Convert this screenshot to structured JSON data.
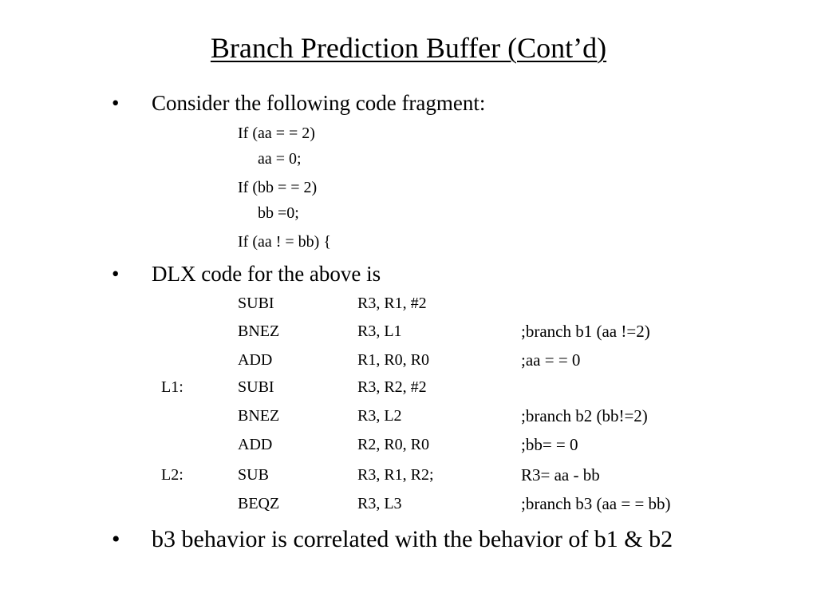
{
  "slide": {
    "title": "Branch Prediction Buffer (Cont’d)",
    "bullet_symbol": "•",
    "bullets": [
      "Consider the following code fragment:",
      "DLX code for the above is",
      "b3 behavior is correlated with the behavior of b1 & b2"
    ],
    "code_fragment": [
      "If (aa = = 2)",
      "aa = 0;",
      "If (bb = = 2)",
      "bb =0;",
      "If (aa ! = bb) {"
    ],
    "dlx_code": [
      {
        "label": "",
        "op": "SUBI",
        "operands": "R3, R1, #2",
        "comment": ""
      },
      {
        "label": "",
        "op": "BNEZ",
        "operands": "R3, L1",
        "comment": ";branch b1 (aa !=2)"
      },
      {
        "label": "",
        "op": "ADD",
        "operands": "R1, R0, R0",
        "comment": ";aa = = 0"
      },
      {
        "label": "L1:",
        "op": "SUBI",
        "operands": "R3, R2, #2",
        "comment": ""
      },
      {
        "label": "",
        "op": "BNEZ",
        "operands": "R3, L2",
        "comment": ";branch b2 (bb!=2)"
      },
      {
        "label": "",
        "op": "ADD",
        "operands": "R2, R0, R0",
        "comment": ";bb= = 0"
      },
      {
        "label": "L2:",
        "op": "SUB",
        "operands": "R3, R1, R2;",
        "comment": "R3= aa - bb"
      },
      {
        "label": "",
        "op": "BEQZ",
        "operands": "R3, L3",
        "comment": ";branch b3 (aa = = bb)"
      }
    ]
  }
}
